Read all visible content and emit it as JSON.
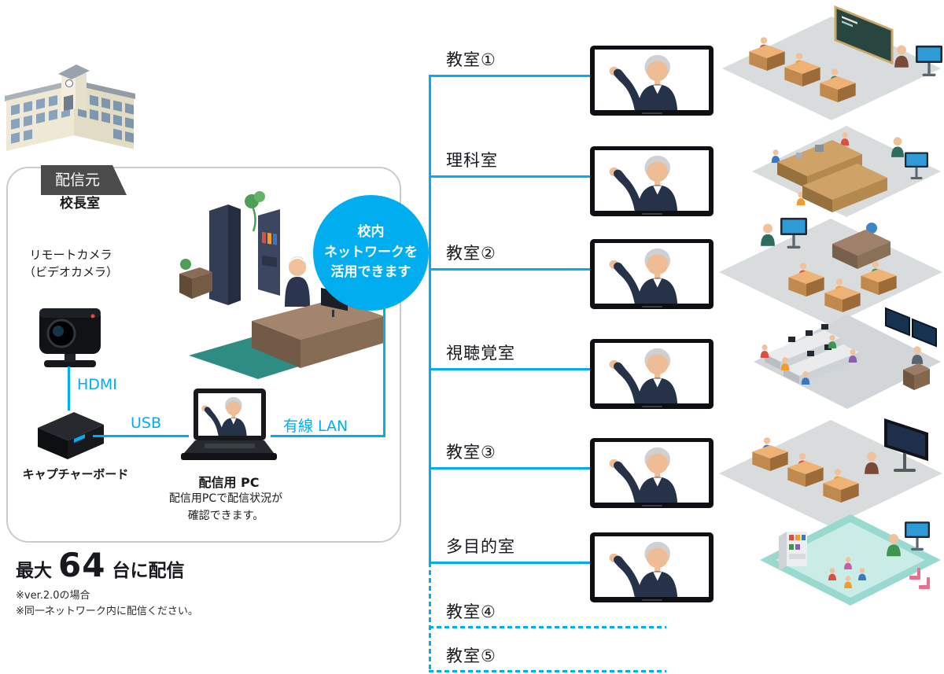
{
  "source": {
    "tab": "配信元",
    "room_label": "校長室",
    "camera_line1": "リモートカメラ",
    "camera_line2": "（ビデオカメラ）",
    "cable_hdmi": "HDMI",
    "cable_usb": "USB",
    "cable_lan": "有線 LAN",
    "capture_board_label": "キャプチャーボード",
    "pc_label": "配信用 PC",
    "pc_note_line1": "配信用PCで配信状況が",
    "pc_note_line2": "確認できます。"
  },
  "network": {
    "line1": "校内",
    "line2": "ネットワークを",
    "line3": "活用できます"
  },
  "rooms": [
    {
      "label": "教室①",
      "dashed": false
    },
    {
      "label": "理科室",
      "dashed": false
    },
    {
      "label": "教室②",
      "dashed": false
    },
    {
      "label": "視聴覚室",
      "dashed": false
    },
    {
      "label": "教室③",
      "dashed": false
    },
    {
      "label": "多目的室",
      "dashed": false
    },
    {
      "label": "教室④",
      "dashed": true
    },
    {
      "label": "教室⑤",
      "dashed": true
    }
  ],
  "footer": {
    "max_prefix": "最大",
    "max_count": "64",
    "max_suffix": "台に配信",
    "note1": "※ver.2.0の場合",
    "note2": "※同一ネットワーク内に配信ください。"
  },
  "colors": {
    "accent": "#00aeef"
  }
}
